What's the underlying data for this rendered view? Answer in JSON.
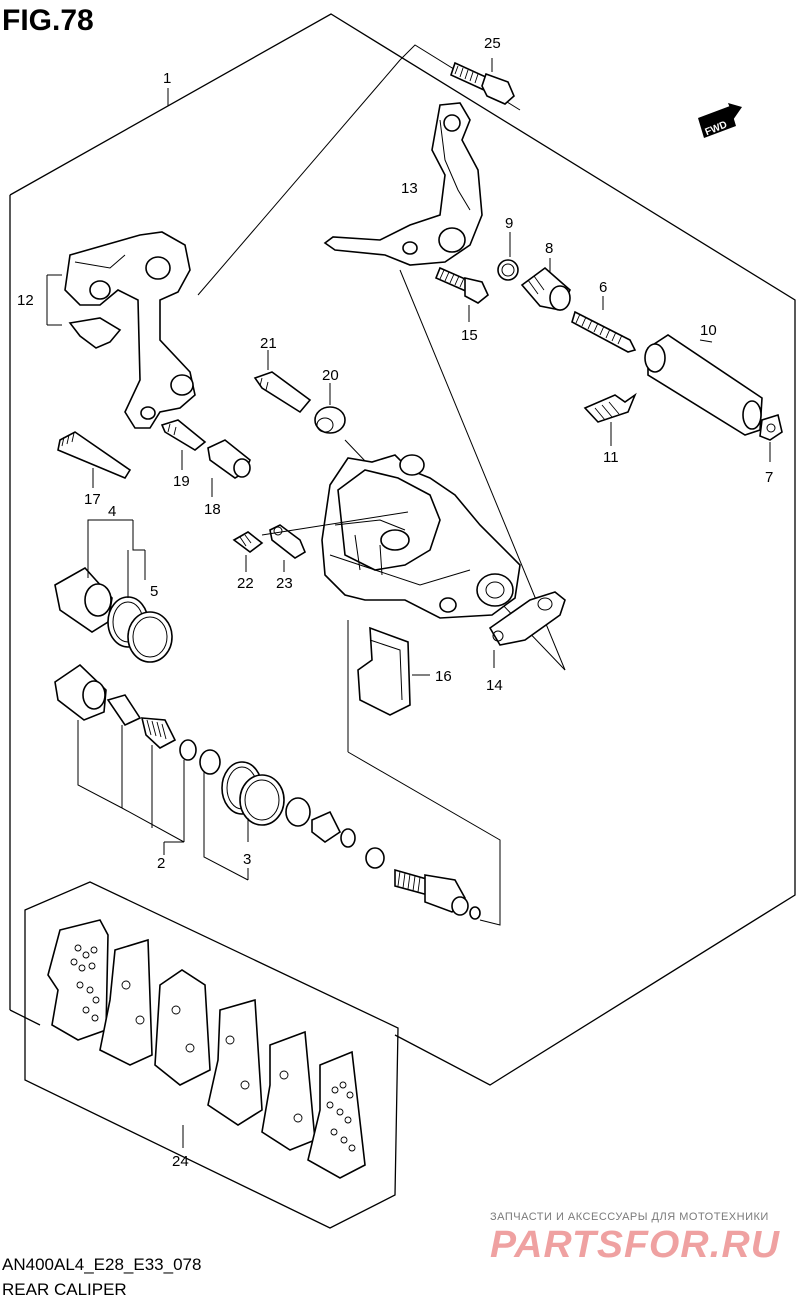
{
  "figure": {
    "title": "FIG.78",
    "code": "AN400AL4_E28_E33_078",
    "name": "REAR CALIPER"
  },
  "direction_badge": {
    "label": "FWD"
  },
  "callouts": [
    "1",
    "2",
    "3",
    "4",
    "5",
    "6",
    "7",
    "8",
    "9",
    "10",
    "11",
    "12",
    "13",
    "14",
    "15",
    "16",
    "17",
    "18",
    "19",
    "20",
    "21",
    "22",
    "23",
    "24",
    "25"
  ],
  "watermark": {
    "tagline": "ЗАПЧАСТИ И АКСЕССУАРЫ ДЛЯ МОТОТЕХНИКИ",
    "brand": "PARTSFOR.RU"
  }
}
